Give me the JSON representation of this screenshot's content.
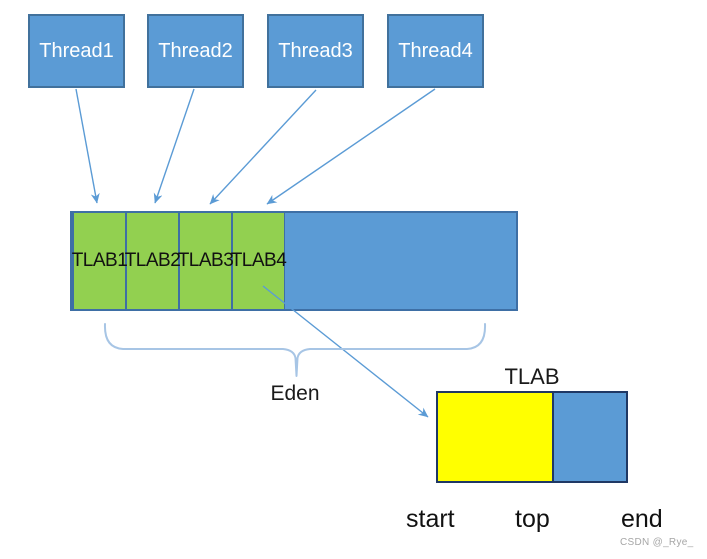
{
  "diagram": {
    "threads": [
      {
        "label": "Thread1"
      },
      {
        "label": "Thread2"
      },
      {
        "label": "Thread3"
      },
      {
        "label": "Thread4"
      }
    ],
    "tlab_blocks": [
      {
        "label": "TLAB1"
      },
      {
        "label": "TLAB2"
      },
      {
        "label": "TLAB3"
      },
      {
        "label": "TLAB4"
      }
    ],
    "eden": {
      "label": "Eden"
    },
    "tlab_detail": {
      "title": "TLAB",
      "pointers": [
        {
          "label": "start"
        },
        {
          "label": "top"
        },
        {
          "label": "end"
        }
      ]
    },
    "watermark": "CSDN @_Rye_",
    "colors": {
      "box_fill_blue": "#5B9BD5",
      "box_border_blue": "#41719C",
      "eden_border": "#3E6FA5",
      "tlab_green": "#92D050",
      "allocated_yellow": "#FFFF00",
      "detail_border_navy": "#1F3864",
      "arrow_blue": "#5B9BD5",
      "brace_light_blue": "#A7C5E5",
      "text_dark": "#111111",
      "text_white": "#FFFFFF",
      "watermark_gray": "#A6A6A6"
    }
  }
}
